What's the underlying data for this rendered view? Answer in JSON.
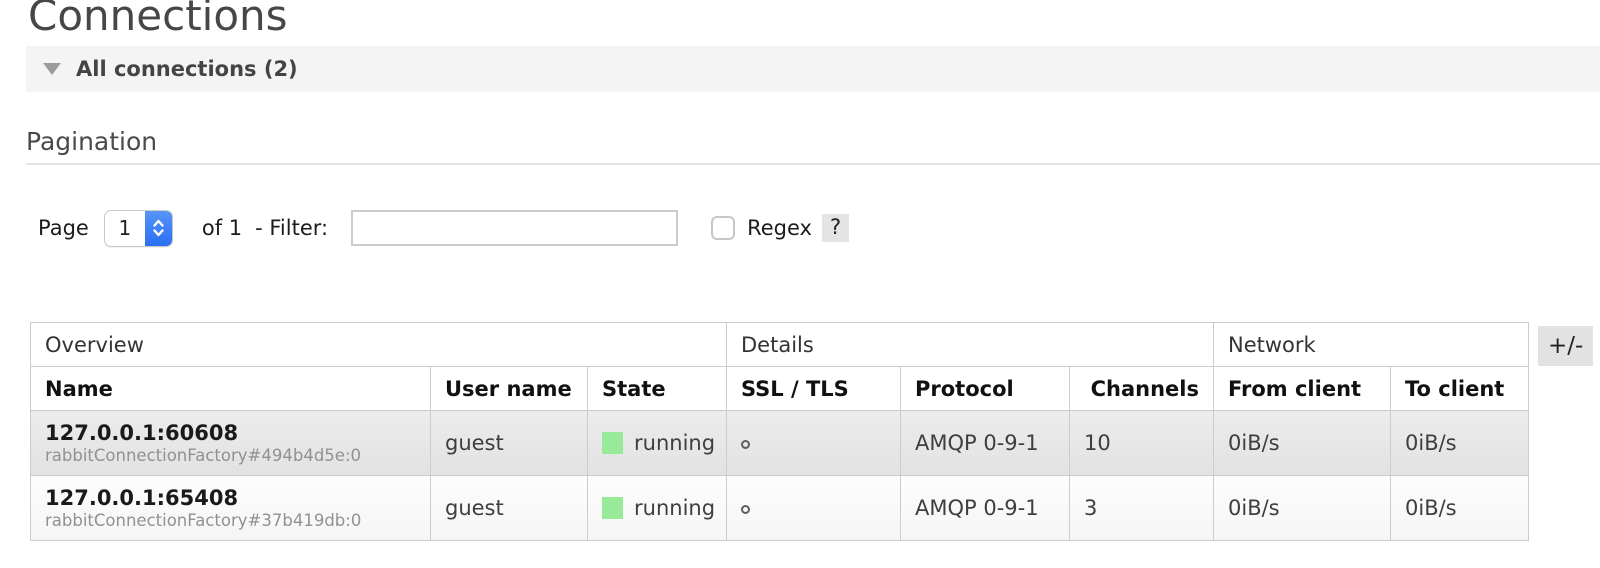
{
  "page": {
    "title": "Connections"
  },
  "section": {
    "label": "All connections (2)"
  },
  "pagination": {
    "heading": "Pagination",
    "page_label": "Page",
    "page_value": "1",
    "of_label": "of 1",
    "filter_label": "- Filter:",
    "filter_value": "",
    "regex_label": "Regex",
    "help_label": "?"
  },
  "table": {
    "plus_minus_label": "+/-",
    "groups": [
      {
        "label": "Overview"
      },
      {
        "label": "Details"
      },
      {
        "label": "Network"
      }
    ],
    "columns": [
      "Name",
      "User name",
      "State",
      "SSL / TLS",
      "Protocol",
      "Channels",
      "From client",
      "To client"
    ],
    "rows": [
      {
        "name": "127.0.0.1:60608",
        "client_ref": "rabbitConnectionFactory#494b4d5e:0",
        "user": "guest",
        "state": "running",
        "protocol": "AMQP 0-9-1",
        "channels": "10",
        "from_client": "0iB/s",
        "to_client": "0iB/s"
      },
      {
        "name": "127.0.0.1:65408",
        "client_ref": "rabbitConnectionFactory#37b419db:0",
        "user": "guest",
        "state": "running",
        "protocol": "AMQP 0-9-1",
        "channels": "3",
        "from_client": "0iB/s",
        "to_client": "0iB/s"
      }
    ]
  },
  "colors": {
    "accent_blue": "#3a7bf6",
    "state_green": "#98e998",
    "section_bar_bg": "#f4f4f4",
    "table_border": "#cccccc"
  }
}
